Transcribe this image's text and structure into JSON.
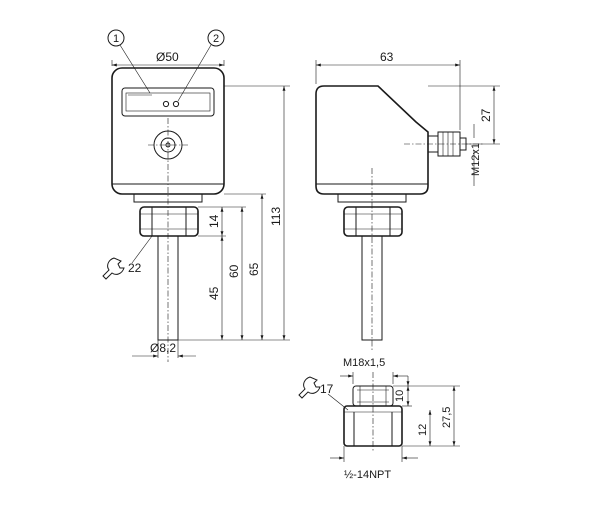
{
  "callouts": {
    "c1": "1",
    "c2": "2"
  },
  "front_view": {
    "dia_housing": "Ø50",
    "dim_14": "14",
    "dim_45": "45",
    "dim_60": "60",
    "dim_65": "65",
    "dim_113": "113",
    "wrench": "22",
    "dia_probe": "Ø8,2"
  },
  "side_view": {
    "dim_63": "63",
    "dim_27": "27",
    "connector": "M12x1"
  },
  "adapter_view": {
    "thread": "M18x1,5",
    "wrench": "17",
    "dim_10": "10",
    "dim_12": "12",
    "dim_27_5": "27,5",
    "npt": "½-14NPT"
  }
}
